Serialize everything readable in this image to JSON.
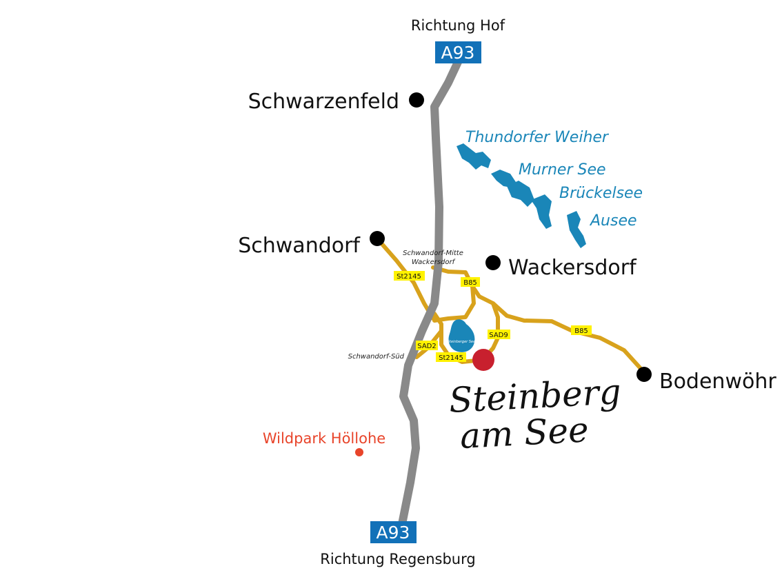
{
  "highway": {
    "name": "A93",
    "north_direction": "Richtung Hof",
    "south_direction": "Richtung Regensburg",
    "color": "#1271b8"
  },
  "towns": {
    "schwarzenfeld": "Schwarzenfeld",
    "schwandorf": "Schwandorf",
    "wackersdorf": "Wackersdorf",
    "bodenwoehr": "Bodenwöhr"
  },
  "lakes": {
    "thundorfer": "Thundorfer Weiher",
    "murner": "Murner See",
    "brueckelsee": "Brückelsee",
    "ausee": "Ausee",
    "steinberger": "Steinberger See",
    "color": "#1a86b8"
  },
  "exits": {
    "mitte_line1": "Schwandorf-Mitte",
    "mitte_line2": "Wackersdorf",
    "sued": "Schwandorf-Süd"
  },
  "roads": {
    "st2145_north": "St2145",
    "st2145_south": "St2145",
    "b85_north": "B85",
    "b85_east": "B85",
    "sad9": "SAD9",
    "sad2": "SAD2",
    "road_color": "#d8a21c",
    "badge_color": "#fff200"
  },
  "poi": {
    "wildpark": "Wildpark Höllohe",
    "wildpark_color": "#e8442a",
    "destination_color": "#c8202e"
  },
  "destination": {
    "line1": "Steinberg",
    "line2": "am See"
  }
}
